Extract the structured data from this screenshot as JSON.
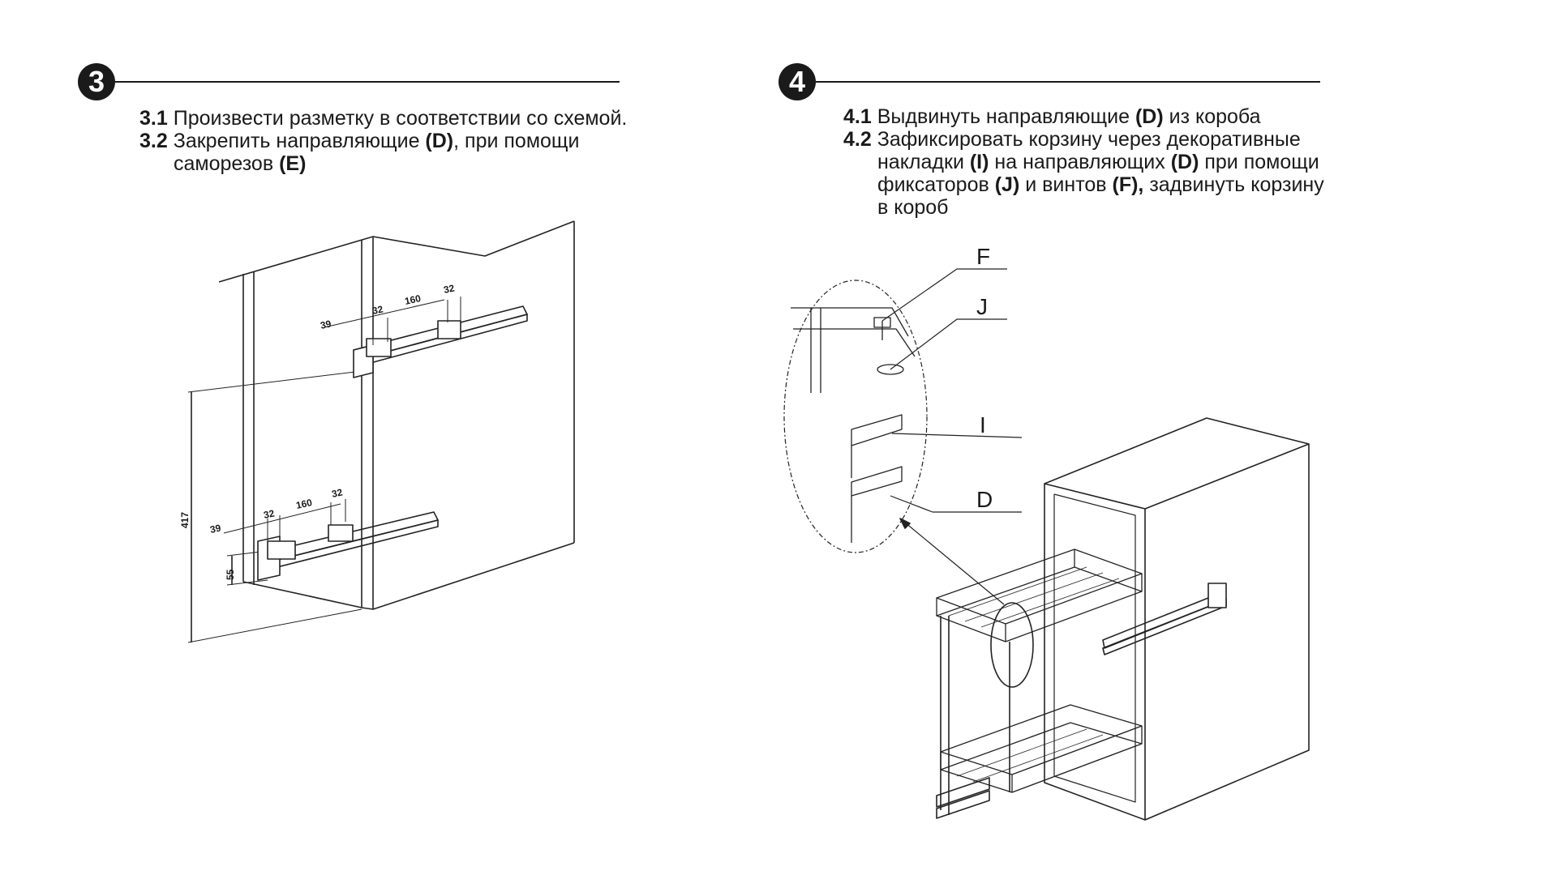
{
  "step3": {
    "number": "3",
    "items": [
      {
        "num": "3.1",
        "text": "Произвести разметку в соответствии со схемой."
      },
      {
        "num": "3.2",
        "text_before": "Закрепить направляющие ",
        "ref": "(D)",
        "text_after": ", при помощи",
        "cont_before": "саморезов ",
        "cont_ref": "(E)"
      }
    ],
    "dimensions": {
      "d39": "39",
      "d32": "32",
      "d160": "160",
      "d417": "417",
      "d55": "55"
    }
  },
  "step4": {
    "number": "4",
    "items": [
      {
        "num": "4.1",
        "text_before": "Выдвинуть направляющие ",
        "ref": "(D)",
        "text_after": " из короба"
      },
      {
        "num": "4.2",
        "text": "Зафиксировать корзину через декоративные",
        "l2_a": "накладки ",
        "l2_ref1": "(I)",
        "l2_b": " на направляющих ",
        "l2_ref2": "(D)",
        "l2_c": " при помощи",
        "l3_a": "фиксаторов ",
        "l3_ref1": "(J)",
        "l3_b": " и винтов ",
        "l3_ref2": "(F),",
        "l3_c": " задвинуть корзину",
        "l4": "в короб"
      }
    ],
    "labels": {
      "F": "F",
      "J": "J",
      "I": "I",
      "D": "D"
    }
  }
}
